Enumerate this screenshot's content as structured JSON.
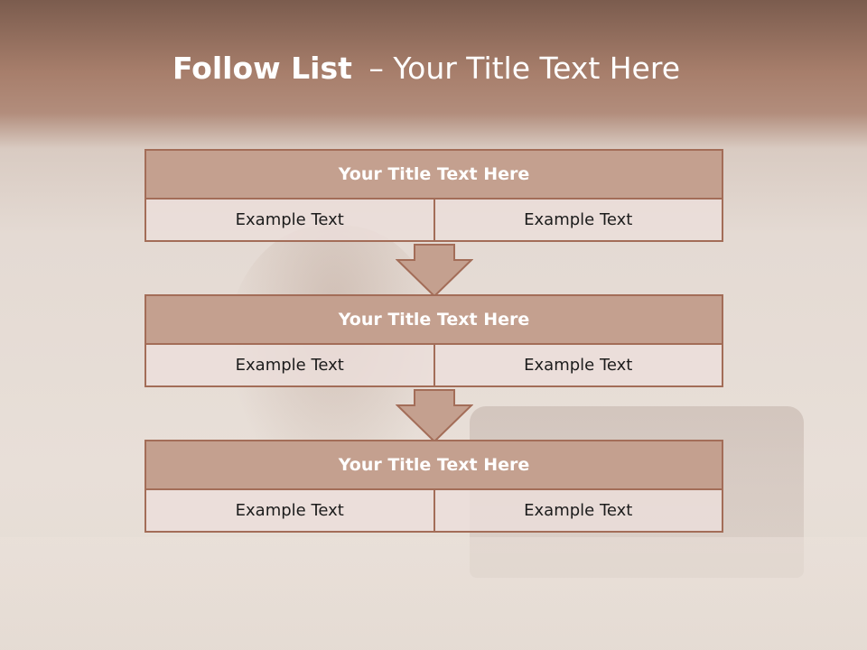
{
  "slide": {
    "title_bold": "Follow List",
    "title_rest": "– Your Title Text Here"
  },
  "colors": {
    "header_fill": "#c4a08f",
    "border": "#a36d58",
    "cell_fill": "#ecdeda",
    "arrow_fill": "#c4a08f"
  },
  "blocks": [
    {
      "title": "Your Title Text Here",
      "left_text": "Example Text",
      "right_text": "Example Text"
    },
    {
      "title": "Your Title Text Here",
      "left_text": "Example Text",
      "right_text": "Example Text"
    },
    {
      "title": "Your Title Text Here",
      "left_text": "Example Text",
      "right_text": "Example Text"
    }
  ]
}
